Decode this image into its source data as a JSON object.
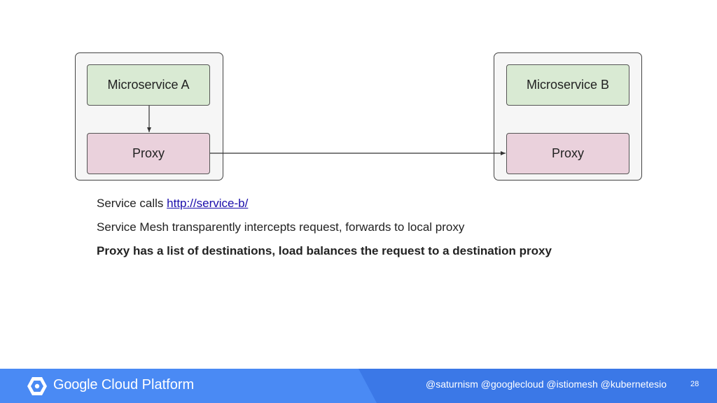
{
  "diagram": {
    "microservice_a": "Microservice A",
    "proxy_a": "Proxy",
    "microservice_b": "Microservice B",
    "proxy_b": "Proxy"
  },
  "text": {
    "line1_prefix": "Service calls ",
    "line1_link": "http://service-b/",
    "line2": "Service Mesh transparently intercepts request, forwards to local proxy",
    "line3": "Proxy has a list of destinations, load balances the request to a destination proxy"
  },
  "footer": {
    "brand_google": "Google",
    "brand_product": "Cloud Platform",
    "handles": "@saturnism @googlecloud @istiomesh @kubernetesio",
    "page_number": "28"
  },
  "colors": {
    "service_fill": "#d9ead3",
    "proxy_fill": "#ead1dc",
    "footer_blue": "#4a8af4",
    "footer_dark_blue": "#3b78e7"
  }
}
